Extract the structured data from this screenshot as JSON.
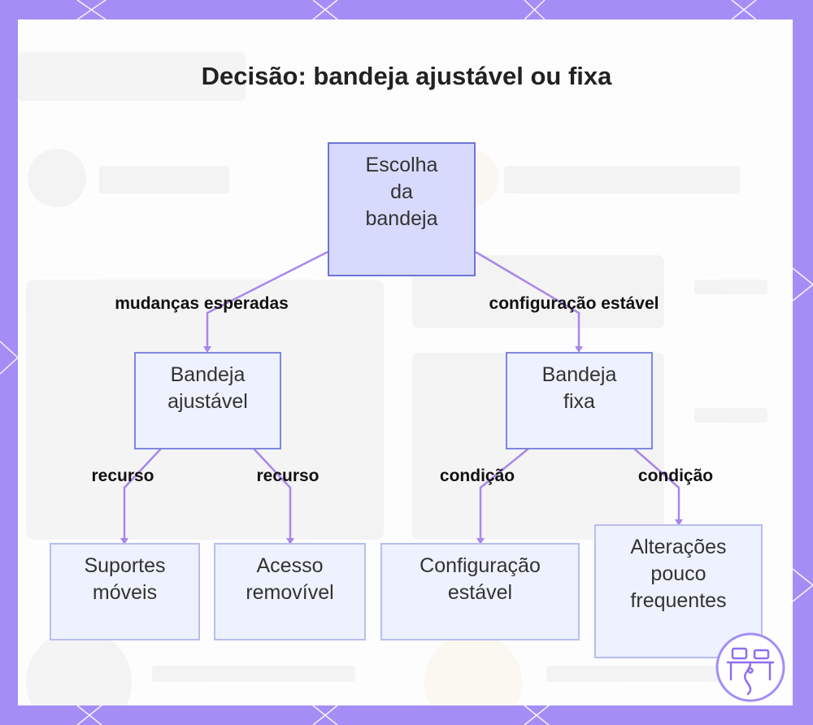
{
  "title": "Decisão: bandeja ajustável ou fixa",
  "nodes": {
    "root": "Escolha\nda\nbandeja",
    "adjustable": "Bandeja\najustável",
    "fixed": "Bandeja\nfixa",
    "mobile_supports": "Suportes\nmóveis",
    "removable_access": "Acesso\nremovível",
    "stable_config": "Configuração\nestável",
    "rare_changes": "Alterações\npouco\nfrequentes"
  },
  "edges": {
    "root_to_adjustable": "mudanças esperadas",
    "root_to_fixed": "configuração estável",
    "adjustable_to_mobile": "recurso",
    "adjustable_to_removable": "recurso",
    "fixed_to_stable": "condição",
    "fixed_to_rare": "condição"
  },
  "colors": {
    "frame": "#a48ef5",
    "connector": "#a887e8",
    "node_border": "#7f86e0",
    "root_fill": "#d8dafd",
    "node_fill": "#eef1fe"
  }
}
